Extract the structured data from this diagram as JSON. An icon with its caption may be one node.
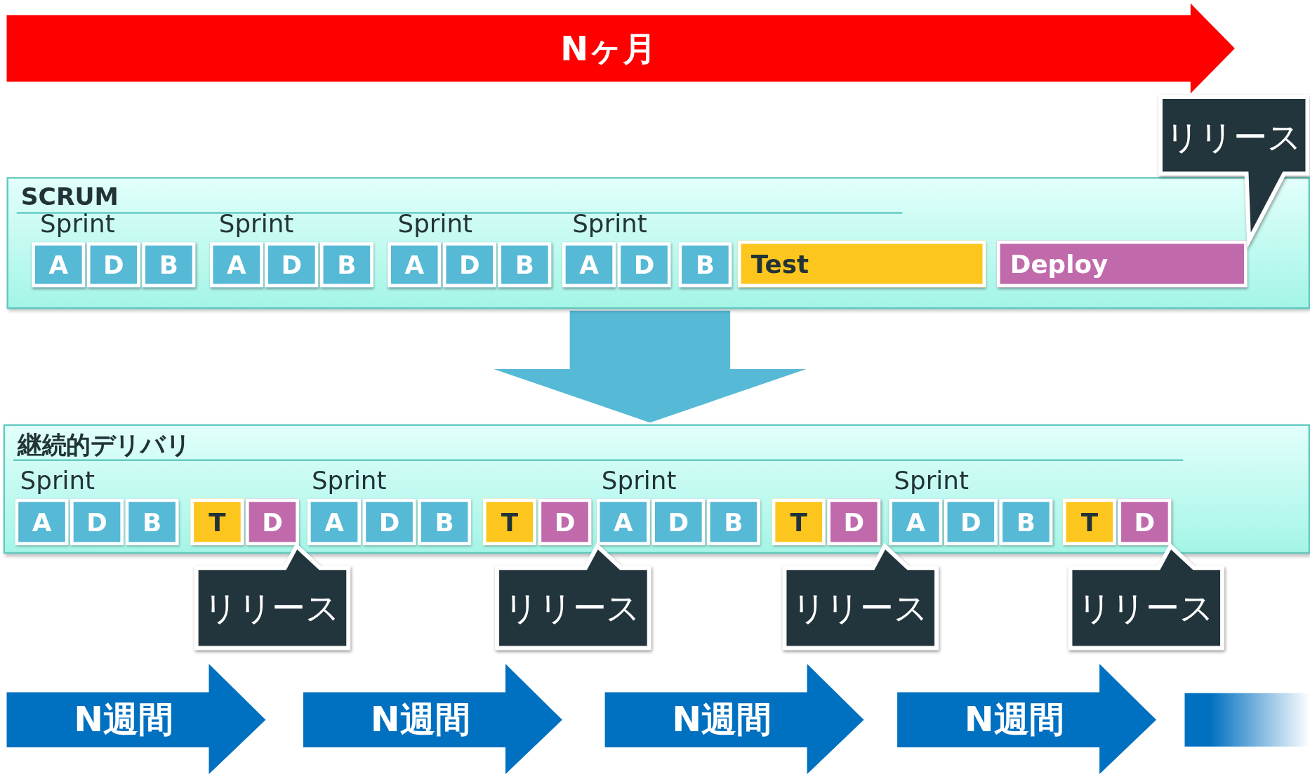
{
  "diagram": {
    "nodes": [
      {
        "text": [
          "Nヶ月"
        ]
      },
      {
        "text": [
          "SCRUM"
        ]
      },
      {
        "text": [
          "A"
        ],
        "in": 1
      },
      {
        "text": [
          "D"
        ],
        "in": 1
      },
      {
        "text": [
          "B"
        ],
        "in": 1
      },
      {
        "text": [
          "A"
        ],
        "in": 1
      },
      {
        "text": [
          "D"
        ],
        "in": 1
      },
      {
        "text": [
          "B"
        ],
        "in": 1
      },
      {
        "text": [
          "A"
        ],
        "in": 1
      },
      {
        "text": [
          "D"
        ],
        "in": 1
      },
      {
        "text": [
          "B"
        ],
        "in": 1
      },
      {
        "text": [
          "A"
        ],
        "in": 1
      },
      {
        "text": [
          "D"
        ],
        "in": 1
      },
      {
        "text": [
          "B"
        ],
        "in": 1
      },
      {
        "text": [
          "Test"
        ],
        "in": 1
      },
      {
        "text": [
          "Deploy"
        ],
        "in": 1
      },
      {
        "text": [
          "リリース"
        ]
      },
      {
        "text": [
          "継続的デリバリ"
        ]
      },
      {
        "text": [
          "A"
        ],
        "in": 17
      },
      {
        "text": [
          "D"
        ],
        "in": 17
      },
      {
        "text": [
          "B"
        ],
        "in": 17
      },
      {
        "text": [
          "T"
        ],
        "in": 17
      },
      {
        "text": [
          "D"
        ],
        "in": 17
      },
      {
        "text": [
          "A"
        ],
        "in": 17
      },
      {
        "text": [
          "D"
        ],
        "in": 17
      },
      {
        "text": [
          "B"
        ],
        "in": 17
      },
      {
        "text": [
          "T"
        ],
        "in": 17
      },
      {
        "text": [
          "D"
        ],
        "in": 17
      },
      {
        "text": [
          "A"
        ],
        "in": 17
      },
      {
        "text": [
          "D"
        ],
        "in": 17
      },
      {
        "text": [
          "B"
        ],
        "in": 17
      },
      {
        "text": [
          "T"
        ],
        "in": 17
      },
      {
        "text": [
          "D"
        ],
        "in": 17
      },
      {
        "text": [
          "A"
        ],
        "in": 17
      },
      {
        "text": [
          "D"
        ],
        "in": 17
      },
      {
        "text": [
          "B"
        ],
        "in": 17
      },
      {
        "text": [
          "T"
        ],
        "in": 17
      },
      {
        "text": [
          "D"
        ],
        "in": 17
      },
      {
        "text": [
          "リリース"
        ]
      },
      {
        "text": [
          "リリース"
        ]
      },
      {
        "text": [
          "リリース"
        ]
      },
      {
        "text": [
          "リリース"
        ]
      },
      {
        "text": [
          "N週間"
        ]
      },
      {
        "text": [
          "N週間"
        ]
      },
      {
        "text": [
          "N週間"
        ]
      },
      {
        "text": [
          "N週間"
        ]
      },
      {
        "text": [],
        "shape": "bar"
      }
    ],
    "edges": [
      {
        "from": 1,
        "to": 17,
        "arrow": "to",
        "style": "thick"
      }
    ],
    "labels": [
      "Sprint",
      "Sprint",
      "Sprint",
      "Sprint",
      "Sprint",
      "Sprint",
      "Sprint",
      "Sprint"
    ]
  }
}
